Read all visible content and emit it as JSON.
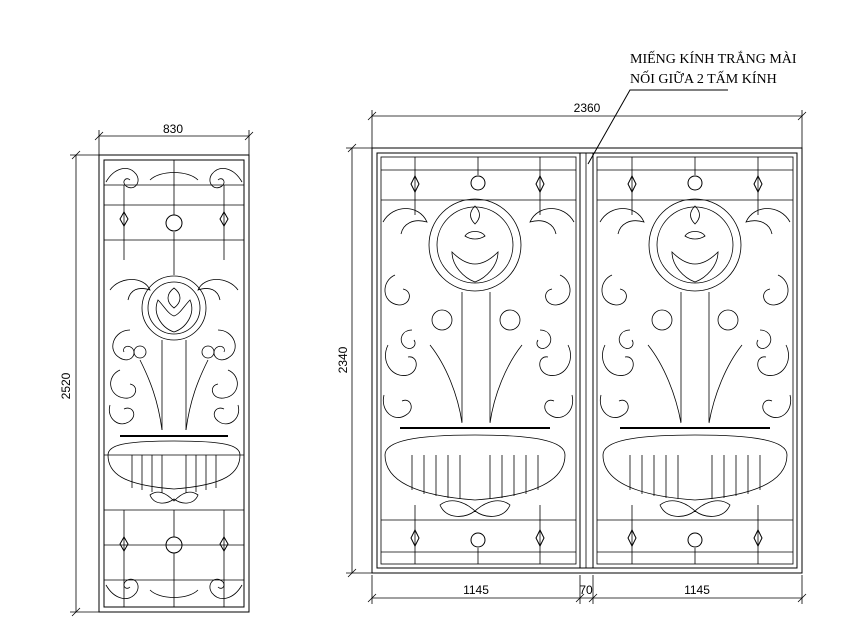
{
  "left_panel": {
    "width_dim": "830",
    "height_dim": "2520"
  },
  "right_panel": {
    "width_dim": "2360",
    "height_dim": "2340",
    "bottom_dims": [
      "1145",
      "70",
      "1145"
    ]
  },
  "note": {
    "line1": "MIẾNG KÍNH TRẮNG MÀI",
    "line2": "NỐI GIỮA 2 TẤM KÍNH"
  }
}
